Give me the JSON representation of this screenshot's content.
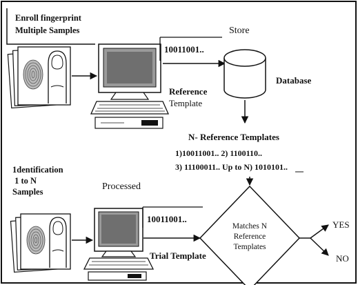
{
  "enroll": {
    "line1": "Enroll fingerprint",
    "line2": "Multiple Samples"
  },
  "store_label": "Store",
  "reference_code": "10011001..",
  "database_label": "Database",
  "reference_template": {
    "line1": "Reference",
    "line2": "Template"
  },
  "n_reference_title": "N- Reference Templates",
  "templates_list": {
    "line1": "1)10011001.. 2) 1100110..",
    "line2": "3) 11100011..  Up to N) 1010101.."
  },
  "identification": {
    "line1": "1dentification",
    "line2": " 1 to N",
    "line3": "Samples"
  },
  "processed_label": "Processed",
  "trial_code": "10011001..",
  "trial_template_label": "Trial Template",
  "decision": {
    "line1": "Matches N",
    "line2": "Reference",
    "line3": "Templates"
  },
  "yes_label": "YES",
  "no_label": "NO"
}
